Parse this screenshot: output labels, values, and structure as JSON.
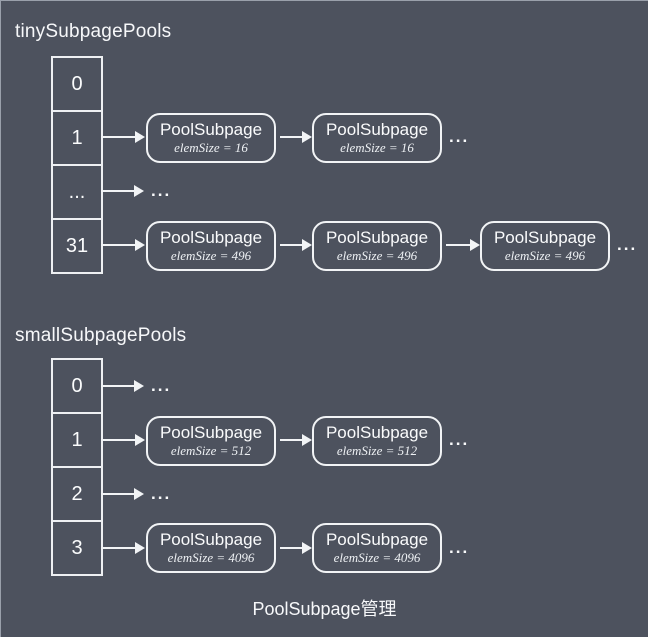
{
  "diagram": {
    "caption": "PoolSubpage管理",
    "background_color": "#4d525e",
    "stroke_color": "#f2f4f6",
    "sections": [
      {
        "title": "tinySubpagePools",
        "cells": [
          "0",
          "1",
          "...",
          "31"
        ],
        "rows": [
          {},
          {
            "nodes": [
              {
                "title": "PoolSubpage",
                "sub": "elemSize = 16"
              },
              {
                "title": "PoolSubpage",
                "sub": "elemSize = 16"
              }
            ],
            "trailing": "..."
          },
          {
            "trailing": "..."
          },
          {
            "nodes": [
              {
                "title": "PoolSubpage",
                "sub": "elemSize = 496"
              },
              {
                "title": "PoolSubpage",
                "sub": "elemSize = 496"
              },
              {
                "title": "PoolSubpage",
                "sub": "elemSize = 496"
              }
            ],
            "trailing": "..."
          }
        ]
      },
      {
        "title": "smallSubpagePools",
        "cells": [
          "0",
          "1",
          "2",
          "3"
        ],
        "rows": [
          {
            "trailing": "..."
          },
          {
            "nodes": [
              {
                "title": "PoolSubpage",
                "sub": "elemSize = 512"
              },
              {
                "title": "PoolSubpage",
                "sub": "elemSize = 512"
              }
            ],
            "trailing": "..."
          },
          {
            "trailing": "..."
          },
          {
            "nodes": [
              {
                "title": "PoolSubpage",
                "sub": "elemSize = 4096"
              },
              {
                "title": "PoolSubpage",
                "sub": "elemSize = 4096"
              }
            ],
            "trailing": "..."
          }
        ]
      }
    ]
  }
}
